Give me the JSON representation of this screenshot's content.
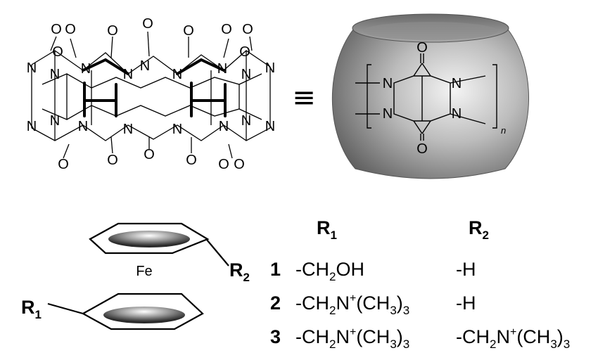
{
  "cb_atoms": {
    "n": "N",
    "o": "O"
  },
  "equiv_symbol": "≡",
  "cavity_unit": {
    "n": "N",
    "o": "O",
    "subscript": "n"
  },
  "ferrocene": {
    "metal": "Fe",
    "r1": "R",
    "r1_sub": "1",
    "r2": "R",
    "r2_sub": "2"
  },
  "table": {
    "headers": [
      {
        "main": "R",
        "sub": "1"
      },
      {
        "main": "R",
        "sub": "2"
      }
    ],
    "rows": [
      {
        "id": "1",
        "r1": [
          {
            "t": "-CH"
          },
          {
            "t": "2",
            "v": "sub"
          },
          {
            "t": "OH"
          }
        ],
        "r2": [
          {
            "t": "-H"
          }
        ]
      },
      {
        "id": "2",
        "r1": [
          {
            "t": "-CH"
          },
          {
            "t": "2",
            "v": "sub"
          },
          {
            "t": "N"
          },
          {
            "t": "+",
            "v": "sup"
          },
          {
            "t": "(CH"
          },
          {
            "t": "3",
            "v": "sub"
          },
          {
            "t": ")"
          },
          {
            "t": "3",
            "v": "sub"
          }
        ],
        "r2": [
          {
            "t": "-H"
          }
        ]
      },
      {
        "id": "3",
        "r1": [
          {
            "t": "-CH"
          },
          {
            "t": "2",
            "v": "sub"
          },
          {
            "t": "N"
          },
          {
            "t": "+",
            "v": "sup"
          },
          {
            "t": "(CH"
          },
          {
            "t": "3",
            "v": "sub"
          },
          {
            "t": ")"
          },
          {
            "t": "3",
            "v": "sub"
          }
        ],
        "r2": [
          {
            "t": "-CH"
          },
          {
            "t": "2",
            "v": "sub"
          },
          {
            "t": "N"
          },
          {
            "t": "+",
            "v": "sup"
          },
          {
            "t": "(CH"
          },
          {
            "t": "3",
            "v": "sub"
          },
          {
            "t": ")"
          },
          {
            "t": "3",
            "v": "sub"
          }
        ]
      }
    ]
  }
}
